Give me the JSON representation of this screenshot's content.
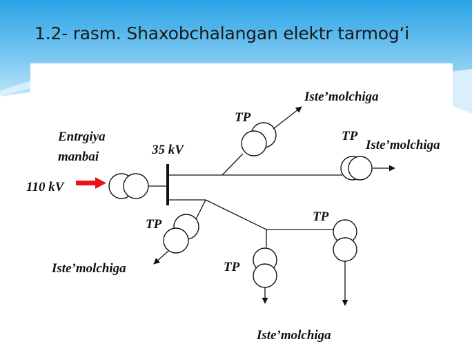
{
  "slide": {
    "title": "1.2- rasm. Shaxobchalangan elektr tarmog‘i"
  },
  "diagram": {
    "source_label_line1": "Entrgiya",
    "source_label_line2": "manbai",
    "input_voltage": "110 kV",
    "bus_voltage": "35 kV",
    "transformer_label": "TP",
    "consumer_label": "Iste’molchiga"
  },
  "colors": {
    "background_top": "#29A3E6",
    "background_mid": "#9ED6F5",
    "input_arrow": "#E8141A",
    "line": "#111111"
  }
}
